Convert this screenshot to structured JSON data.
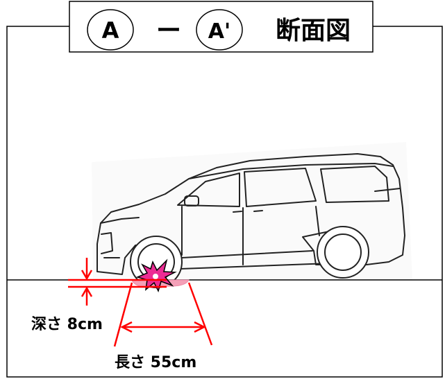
{
  "title": {
    "point_a": "A",
    "dash": "ー",
    "point_a_prime": "A'",
    "text": "断面図"
  },
  "annotations": {
    "depth": "深さ 8cm",
    "length": "長さ 55cm"
  },
  "colors": {
    "frame": "#000000",
    "measure": "#ff0000",
    "pothole": "#f4a0b8",
    "burst": "#e8208a"
  },
  "icons": {
    "vehicle": "minivan-side-view",
    "impact": "impact-burst-icon"
  }
}
